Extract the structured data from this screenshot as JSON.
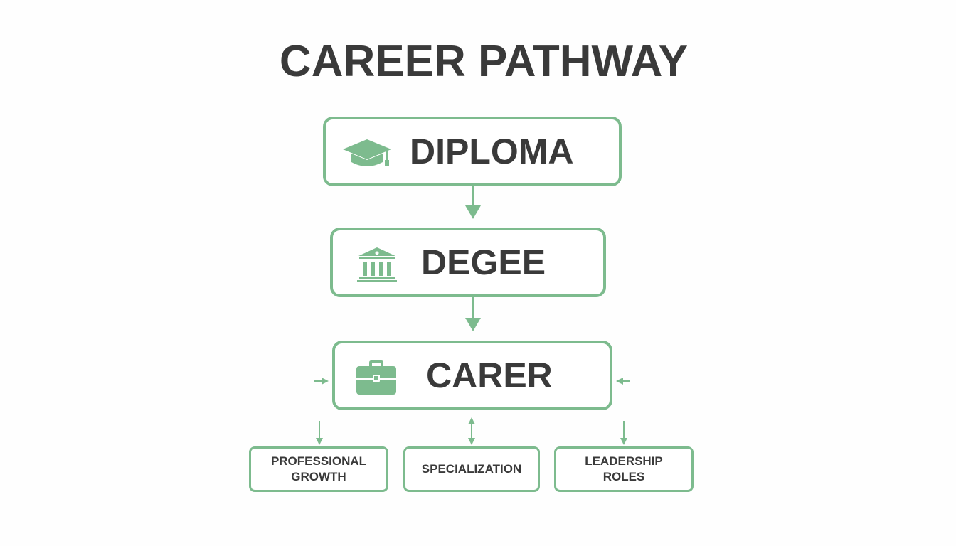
{
  "title": "CAREER PATHWAY",
  "colors": {
    "accent": "#7dbb8e",
    "text": "#3a3a3a",
    "background": "#ffffff"
  },
  "stages": [
    {
      "label": "DIPLOMA",
      "icon": "graduation-cap-icon"
    },
    {
      "label": "DEGEE",
      "icon": "university-building-icon"
    },
    {
      "label": "CARER",
      "icon": "briefcase-icon"
    }
  ],
  "outcomes": [
    {
      "lines": [
        "PROFESSIONAL",
        "GROWTH"
      ]
    },
    {
      "lines": [
        "SPECIALIZATION"
      ]
    },
    {
      "lines": [
        "LEADERSHIP ROLES"
      ]
    }
  ]
}
